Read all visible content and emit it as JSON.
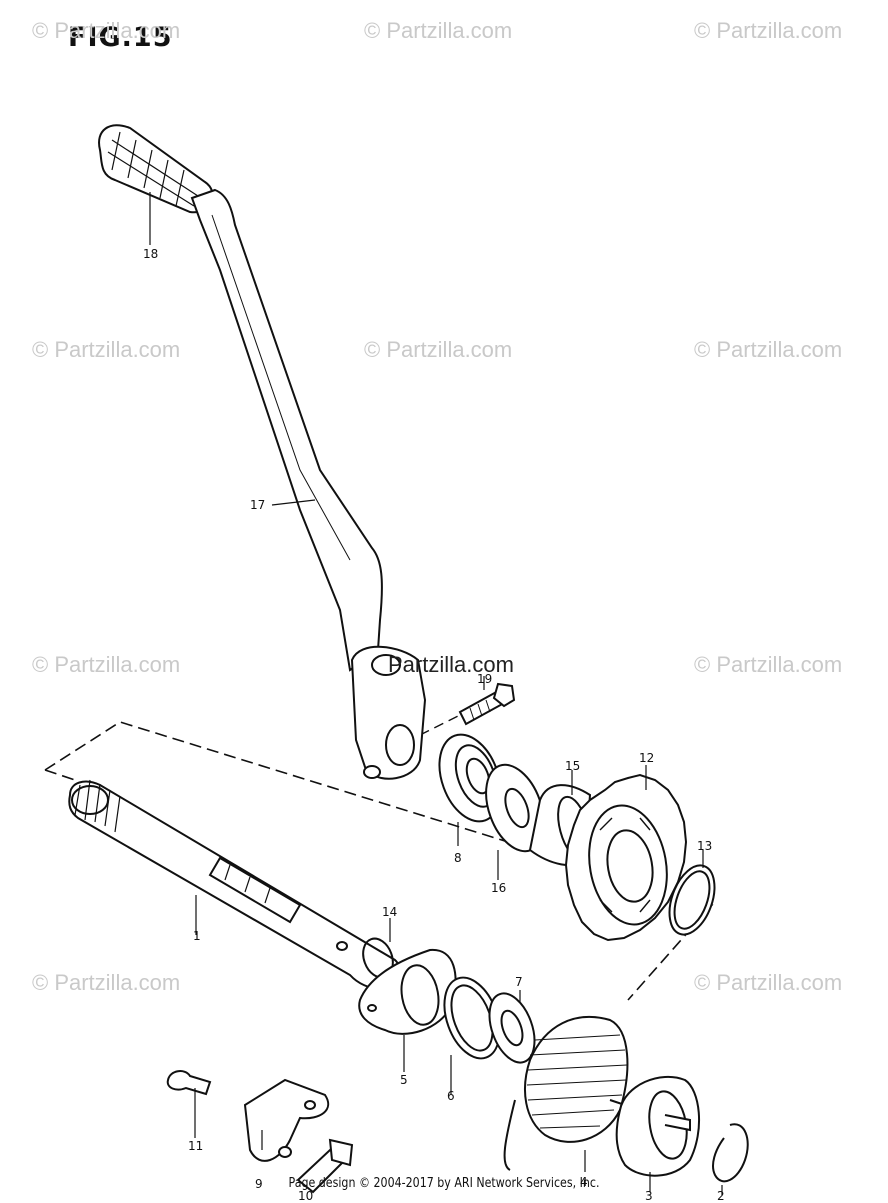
{
  "figure": {
    "title": "FIG.15"
  },
  "watermarks": {
    "text": "© Partzilla.com",
    "center_text": "Partzilla.com"
  },
  "callouts": [
    "18",
    "17",
    "19",
    "15",
    "12",
    "13",
    "8",
    "16",
    "1",
    "14",
    "7",
    "5",
    "6",
    "11",
    "9",
    "4",
    "3",
    "2",
    "10"
  ],
  "footer": {
    "text": "Page design © 2004-2017 by ARI Network Services, Inc."
  }
}
